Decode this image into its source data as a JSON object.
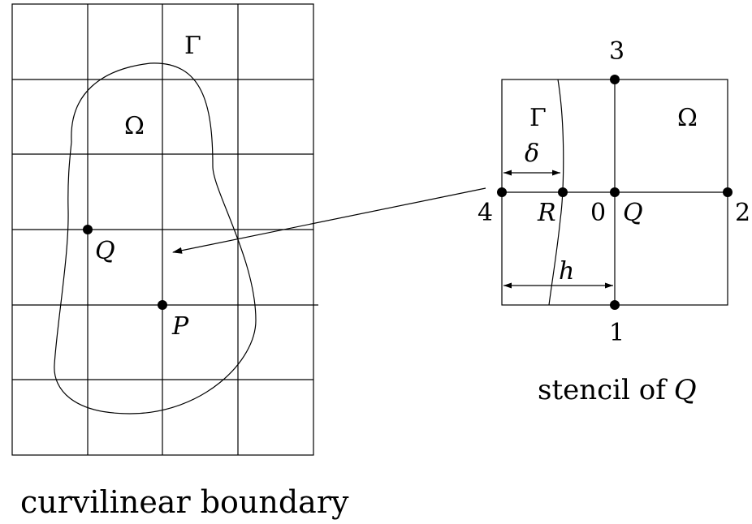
{
  "left_diagram": {
    "caption": "curvilinear boundary",
    "gamma": "Γ",
    "omega": "Ω",
    "point_q": "Q",
    "point_p": "P"
  },
  "stencil": {
    "caption_prefix": "stencil of",
    "caption_point": "Q",
    "gamma": "Γ",
    "omega": "Ω",
    "delta": "δ",
    "h": "h",
    "node_0": "0",
    "node_1": "1",
    "node_2": "2",
    "node_3": "3",
    "node_4": "4",
    "point_r": "R",
    "point_q": "Q"
  }
}
